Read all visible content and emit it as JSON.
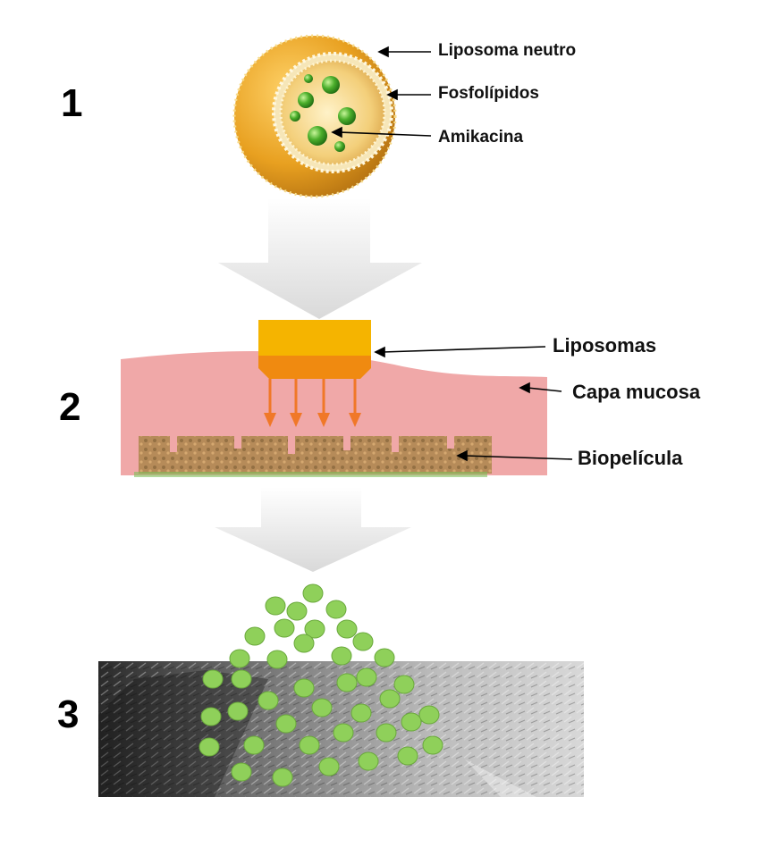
{
  "steps": {
    "one": "1",
    "two": "2",
    "three": "3"
  },
  "labels": {
    "liposoma_neutro": "Liposoma neutro",
    "fosfolipidos": "Fosfolípidos",
    "amikacina": "Amikacina",
    "liposomas": "Liposomas",
    "capa_mucosa": "Capa mucosa",
    "biopelicula": "Biopelícula"
  },
  "colors": {
    "liposome_shell": "#e8a020",
    "amikacin": "#4caf2c",
    "liposome_block": "#f5b400",
    "mucus_layer": "#f0a8a8",
    "delivery_arrow": "#f07828",
    "released_particles": "#8fd05a",
    "flow_arrow": "#e6e6e6"
  }
}
